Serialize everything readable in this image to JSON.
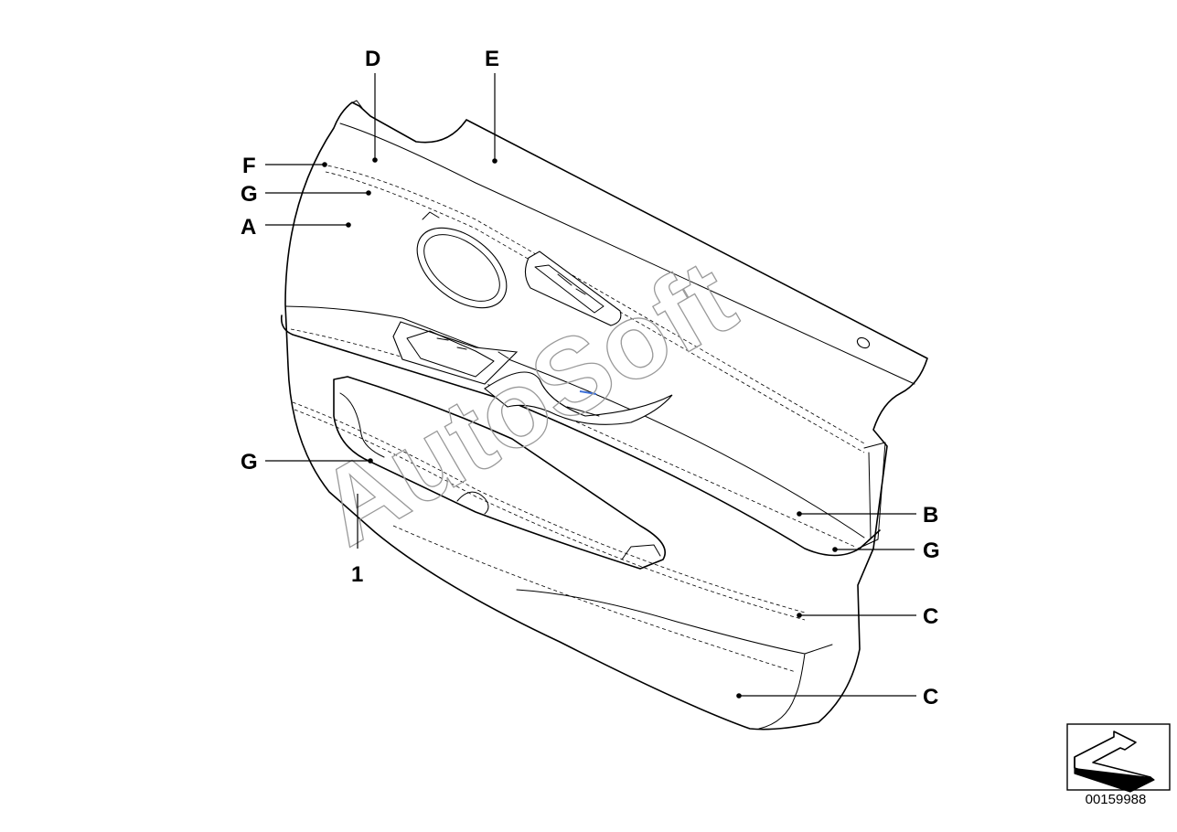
{
  "callouts": {
    "d": "D",
    "e": "E",
    "f": "F",
    "g_top": "G",
    "a": "A",
    "g_left": "G",
    "one": "1",
    "b": "B",
    "g_right": "G",
    "c_mid": "C",
    "c_low": "C"
  },
  "watermark": "AutoSoft",
  "reference_number": "00159988",
  "icons": {
    "arrow": "direction-arrow-icon"
  },
  "colors": {
    "line": "#000000",
    "watermark": "#9a9a9a",
    "accent": "#3b6fd8"
  }
}
